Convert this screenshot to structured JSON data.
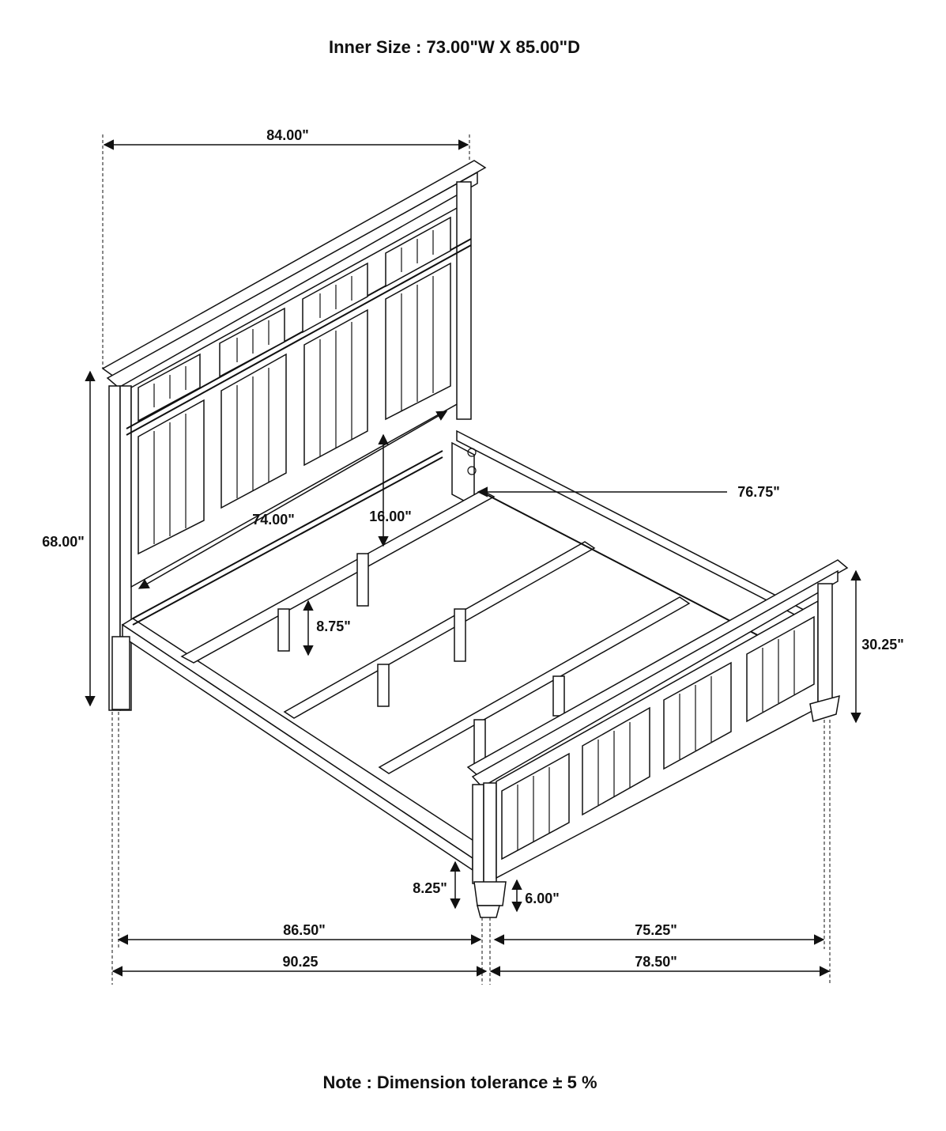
{
  "title": "Inner Size : 73.00\"W X 85.00\"D",
  "dimensions": {
    "headboard_width": "84.00\"",
    "headboard_height": "68.00\"",
    "inner_width": "74.00\"",
    "rail_height_under_headboard": "16.00\"",
    "rail_length": "76.75\"",
    "slat_gap": "8.75\"",
    "footboard_height": "30.25\"",
    "rail_clearance": "8.25\"",
    "foot_height": "6.00\"",
    "depth_inner": "86.50\"",
    "width_inner": "75.25\"",
    "depth_overall": "90.25",
    "width_overall": "78.50\""
  },
  "note": {
    "prefix": "Note : Dimension tolerance ",
    "symbol": "±",
    "suffix": " 5 %"
  }
}
